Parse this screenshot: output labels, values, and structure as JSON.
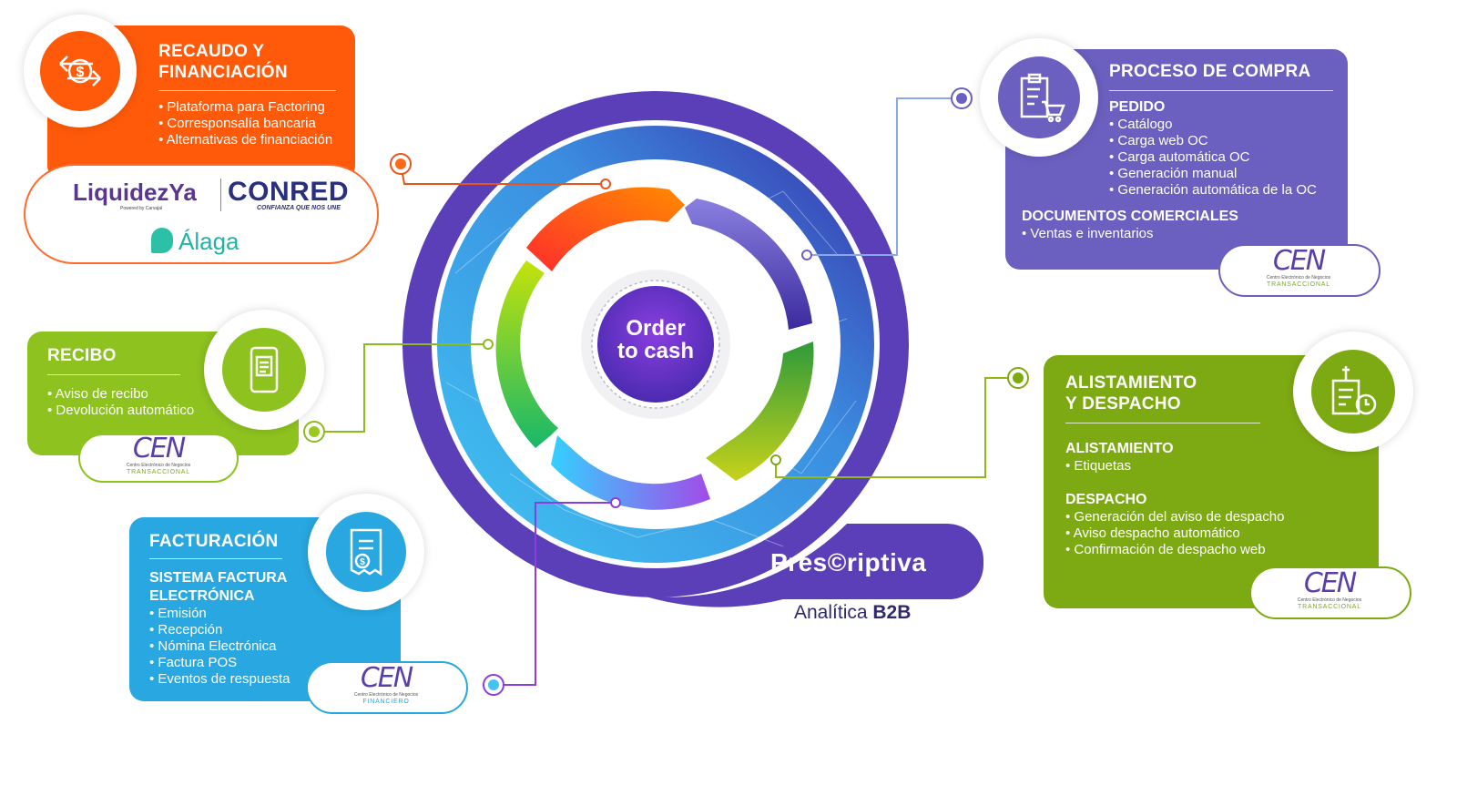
{
  "center": {
    "line1": "Order",
    "line2": "to cash",
    "brand": "Pres©riptiva",
    "tagline_main": "Analítica",
    "tagline_bold": "B2B"
  },
  "recaudo": {
    "title_l1": "RECAUDO Y",
    "title_l2": "FINANCIACIÓN",
    "items": [
      "Plataforma para Factoring",
      "Corresponsalía bancaria",
      "Alternativas de financiación"
    ],
    "logos": {
      "liquidez": "LiquidezYa",
      "liquidez_sub": "Powered by Carvajal",
      "conred": "CONRED",
      "conred_sub": "CONFIANZA QUE NOS UNE",
      "alaga": "Álaga"
    }
  },
  "recibo": {
    "title": "RECIBO",
    "items": [
      "Aviso de recibo",
      "Devolución automático"
    ]
  },
  "facturacion": {
    "title": "FACTURACIÓN",
    "sub_l1": "SISTEMA FACTURA",
    "sub_l2": "ELECTRÓNICA",
    "items": [
      "Emisión",
      "Recepción",
      "Nómina Electrónica",
      "Factura POS",
      "Eventos de respuesta"
    ]
  },
  "compra": {
    "title": "PROCESO DE COMPRA",
    "pedido_title": "PEDIDO",
    "pedido_items": [
      "Catálogo",
      "Carga web OC",
      "Carga automática OC",
      "Generación manual",
      "Generación automática de la OC"
    ],
    "docs_title": "DOCUMENTOS COMERCIALES",
    "docs_items": [
      "Ventas e inventarios"
    ]
  },
  "despacho": {
    "title_l1": "ALISTAMIENTO",
    "title_l2": "Y DESPACHO",
    "alist_title": "ALISTAMIENTO",
    "alist_items": [
      "Etiquetas"
    ],
    "desp_title": "DESPACHO",
    "desp_items": [
      "Generación del aviso de despacho",
      "Aviso despacho automático",
      "Confirmación de despacho web"
    ]
  },
  "gea": {
    "mark": "CEN",
    "sub": "Centro Electrónico de Negocios",
    "transaccional": "TRANSACCIONAL",
    "financiero": "FINANCIERO"
  },
  "colors": {
    "orange": "#ff5a0a",
    "lime": "#8dc21f",
    "blue": "#29a7e0",
    "violet": "#6b5fc0",
    "green": "#7daa12",
    "ring": "#5b3fb8"
  }
}
